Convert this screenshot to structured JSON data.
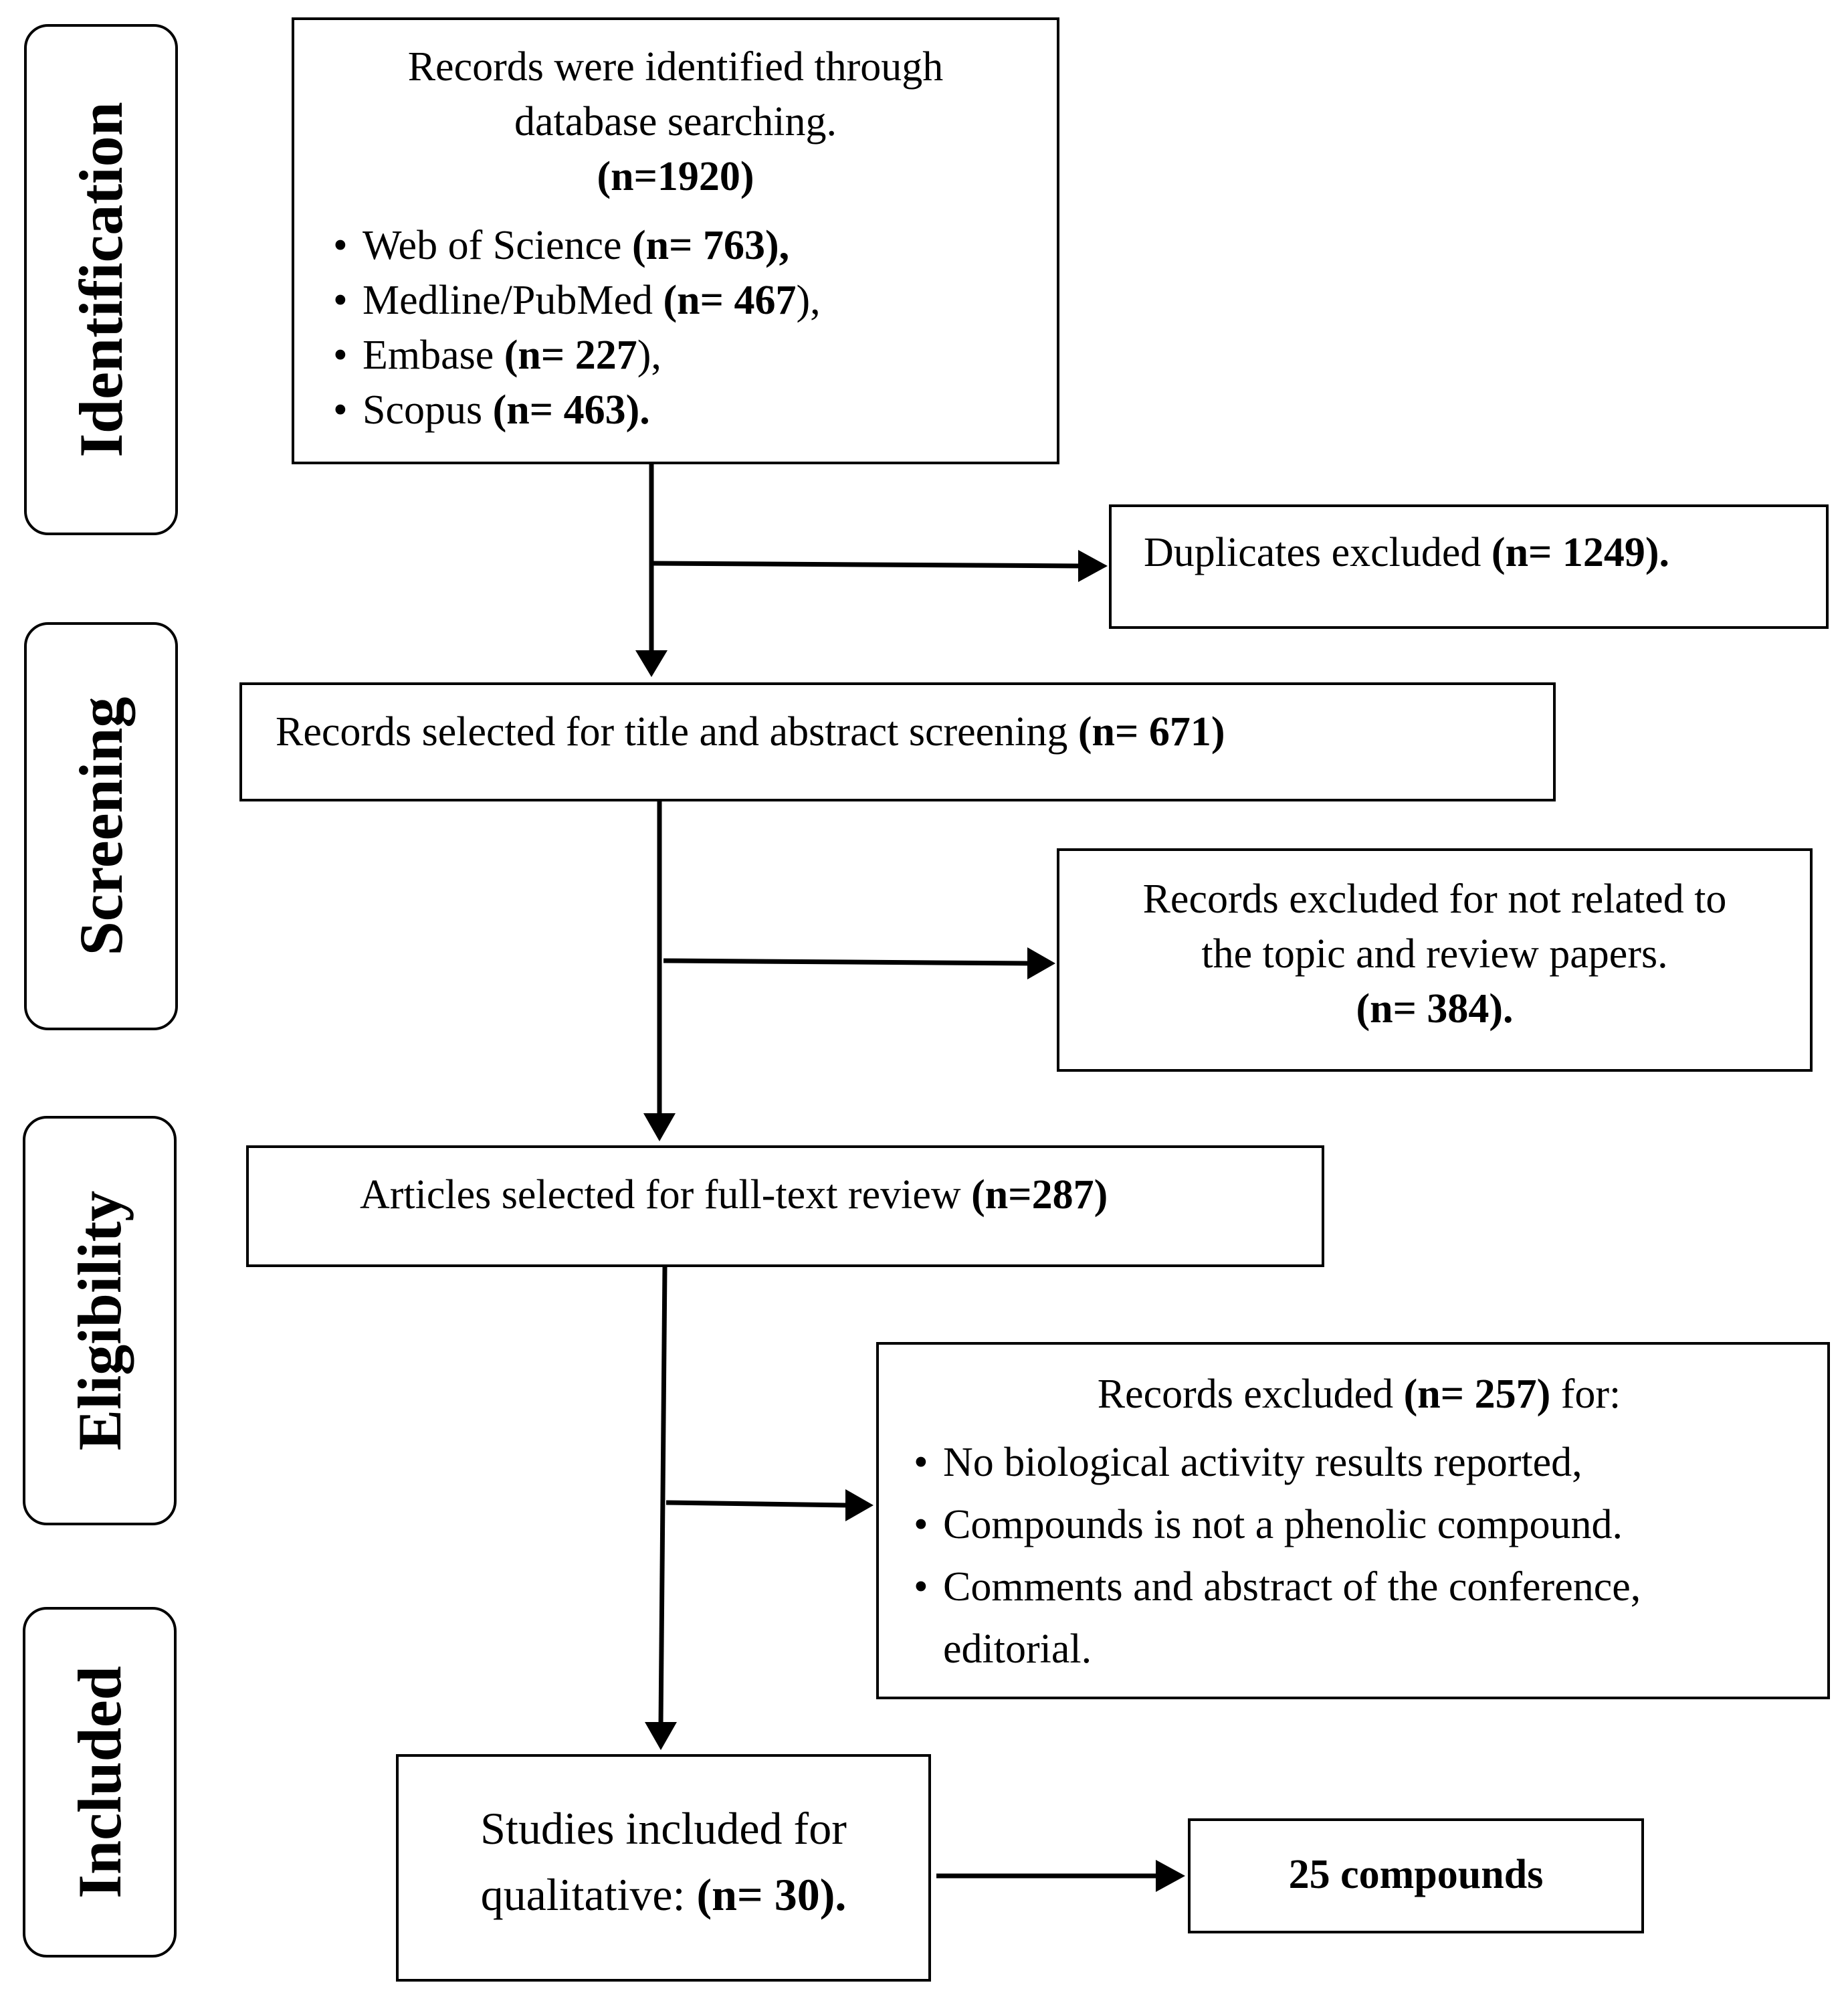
{
  "phases": {
    "identification": "Identification",
    "screening": "Screening",
    "eligibility": "Eligibility",
    "included": "Included"
  },
  "identified": {
    "line1": "Records were identified through",
    "line2": "database searching.",
    "count": "(n=1920)",
    "sources": [
      {
        "name": "Web of Science ",
        "count": "(n= 763),",
        "tail": ""
      },
      {
        "name": "Medline/PubMed ",
        "count": "(n= 467",
        "tail": "),"
      },
      {
        "name": "Embase ",
        "count": "(n= 227",
        "tail": "),"
      },
      {
        "name": "Scopus ",
        "count": "(n= 463).",
        "tail": ""
      }
    ]
  },
  "duplicates": {
    "text": "Duplicates excluded ",
    "count": "(n= 1249)."
  },
  "screened": {
    "text": "Records selected for title and abstract screening ",
    "count": "(n= 671)"
  },
  "excluded_topic": {
    "line1": "Records excluded for not related to",
    "line2": "the topic and review papers.",
    "count": "(n= 384)."
  },
  "fulltext": {
    "text": "Articles selected for full-text review ",
    "count": "(n=287)"
  },
  "excluded_fulltext": {
    "text_before": "Records excluded ",
    "count": "(n= 257)",
    "text_after": " for:",
    "reasons": [
      "No biological activity results reported,",
      "Compounds is not a phenolic compound.",
      "Comments and abstract of the conference,"
    ],
    "continuation": "editorial."
  },
  "included_box": {
    "line1": "Studies included for",
    "line2_text": "qualitative: ",
    "count": "(n= 30)."
  },
  "compounds": {
    "text": "25 compounds"
  }
}
